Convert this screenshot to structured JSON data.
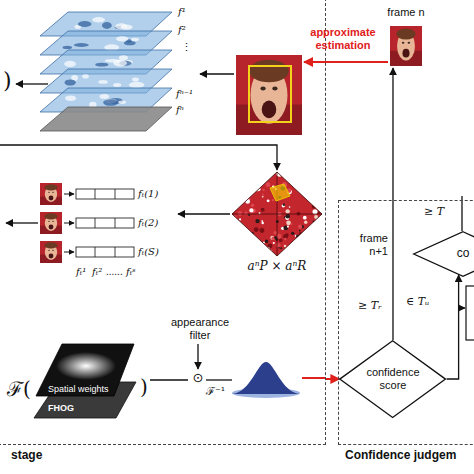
{
  "diagram": {
    "nodes": [
      {
        "text": [
          "stage"
        ]
      },
      {
        "text": [
          "Confidence judgem"
        ]
      },
      {
        "text": [
          "frame n"
        ]
      },
      {
        "text": [
          "confidence score"
        ],
        "in": 1
      },
      {
        "text": [
          "co"
        ],
        "in": 1
      }
    ],
    "edges": [
      {
        "from": 0,
        "to": 3,
        "arrow": "to"
      },
      {
        "from": 3,
        "to": 2,
        "arrow": "to",
        "label": "frame n+1"
      },
      {
        "from": 3,
        "to": 4,
        "arrow": "to"
      }
    ],
    "labels": [
      "approximate estimation",
      ")",
      "f¹",
      "f²",
      "⋮",
      "fⁿ⁻¹",
      "fⁿ",
      "aⁿP × aⁿR",
      "fₜ(1)",
      "fₜ(2)",
      "fₜ(S)",
      "fₜ¹",
      "fₜ²",
      "......",
      "fₜˢ",
      "ℱ(",
      "Spatial weights",
      "FHOG",
      ")",
      "appearance filter",
      "⊙",
      "ℱ⁻¹",
      "≥ Tᵣ",
      "≥ T",
      "∈ Tᵤ"
    ]
  }
}
